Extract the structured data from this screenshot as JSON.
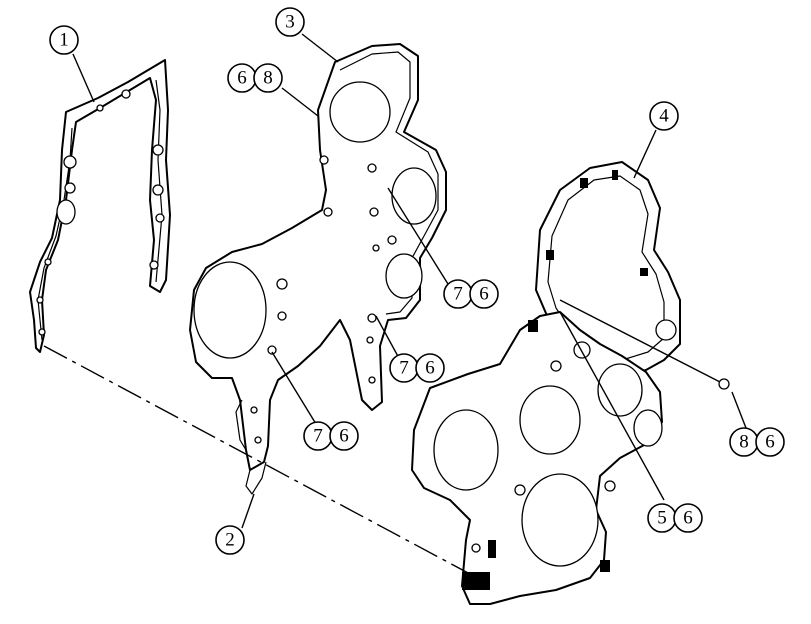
{
  "callouts": {
    "c1": "1",
    "c2": "2",
    "c3": "3",
    "c4": "4",
    "c6a": "6",
    "c8a": "8",
    "c7a": "7",
    "c6b": "6",
    "c7b": "7",
    "c6c": "6",
    "c7c": "7",
    "c6d": "6",
    "c8b": "8",
    "c6e": "6",
    "c5": "5",
    "c6f": "6"
  }
}
